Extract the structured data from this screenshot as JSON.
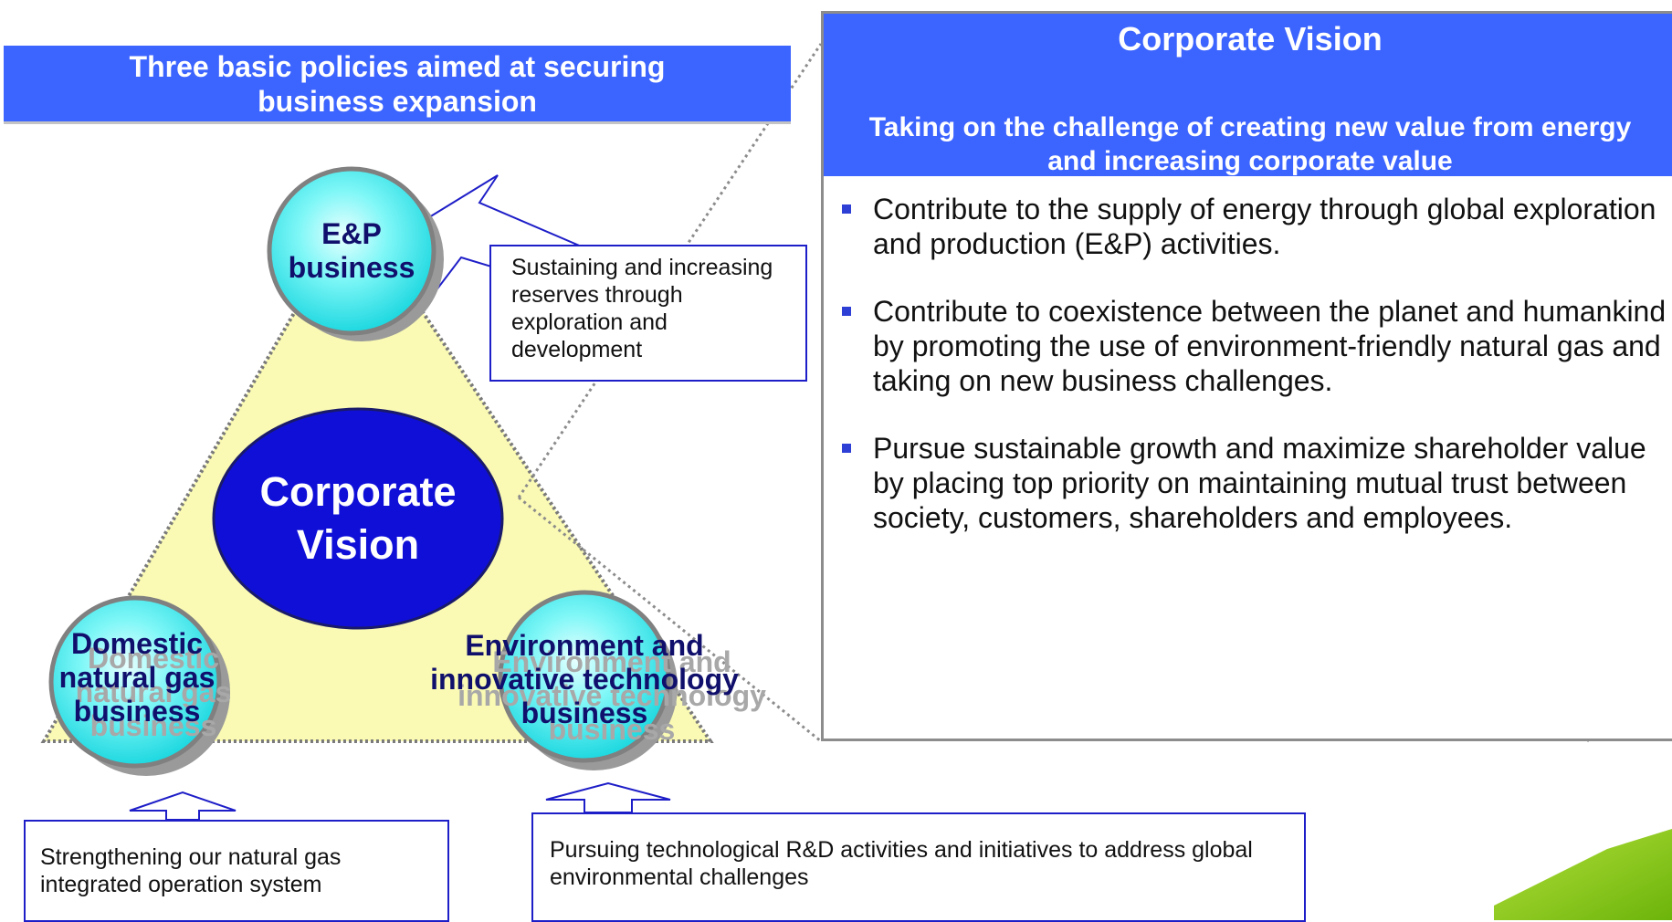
{
  "policies_banner": "Three basic policies aimed at securing business expansion",
  "circles": {
    "ep": "E&P\nbusiness",
    "domestic": "Domestic\nnatural gas\nbusiness",
    "environment": "Environment and\ninnovative technology\nbusiness"
  },
  "center": "Corporate\nVision",
  "callouts": {
    "ep": "Sustaining and increasing reserves through exploration and development",
    "domestic": "Strengthening our natural gas integrated operation system",
    "environment": "Pursuing technological R&D activities and initiatives to address global environmental challenges"
  },
  "vision": {
    "title": "Corporate Vision",
    "subtitle": "Taking on the challenge of creating new value from energy and increasing corporate value",
    "items": [
      "Contribute to the supply of energy through global exploration and production (E&P) activities.",
      "Contribute to coexistence between the planet and humankind by promoting the use of environment-friendly natural gas and taking on new business challenges.",
      "Pursue sustainable growth and maximize shareholder value by placing top priority on maintaining mutual trust between society, customers, shareholders and employees."
    ]
  },
  "colors": {
    "banner_blue": "#3c64ff",
    "center_ellipse": "#0f0fd8",
    "circle_cyan": "#3cf0f0",
    "triangle_fill": "#fafab4",
    "callout_border": "#1e1ec8",
    "brand_green": "#8cc814"
  }
}
